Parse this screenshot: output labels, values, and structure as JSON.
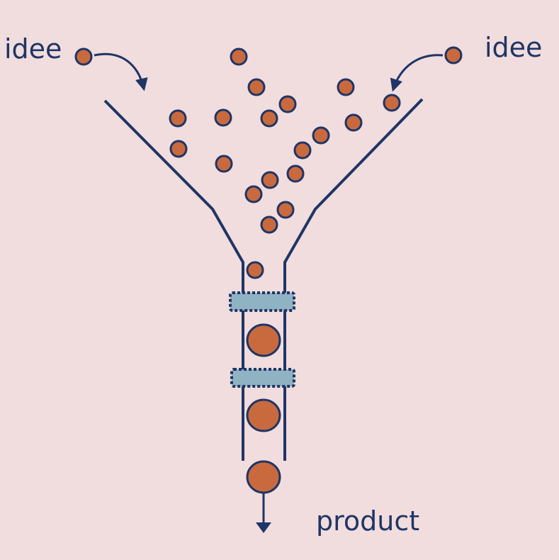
{
  "labels": {
    "input_left": "idee",
    "input_right": "idee",
    "output": "product"
  },
  "colors": {
    "background": "#f1dddd",
    "line": "#1f3566",
    "idea_fill": "#c96a3e",
    "idea_stroke": "#1f3566",
    "gate_fill": "#8fb3c3",
    "gate_stroke": "#1f3566"
  },
  "icons": {
    "input_arrow": "curved-arrow-icon",
    "output_arrow": "down-arrow-icon"
  }
}
